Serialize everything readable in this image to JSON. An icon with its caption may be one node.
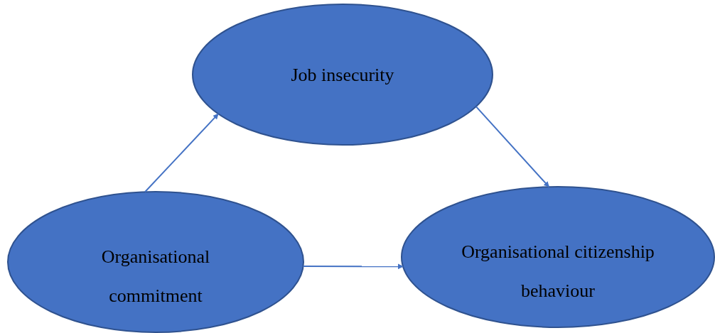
{
  "diagram": {
    "nodes": [
      {
        "text": [
          "Job insecurity"
        ]
      },
      {
        "text": [
          "Organisational commitment"
        ]
      },
      {
        "text": [
          "Organisational citizenship behaviour"
        ]
      }
    ],
    "edges": [
      {
        "from": 1,
        "to": 0,
        "arrow": "to"
      },
      {
        "from": 0,
        "to": 2,
        "arrow": "to"
      },
      {
        "from": 1,
        "to": 2,
        "arrow": "to"
      }
    ]
  }
}
